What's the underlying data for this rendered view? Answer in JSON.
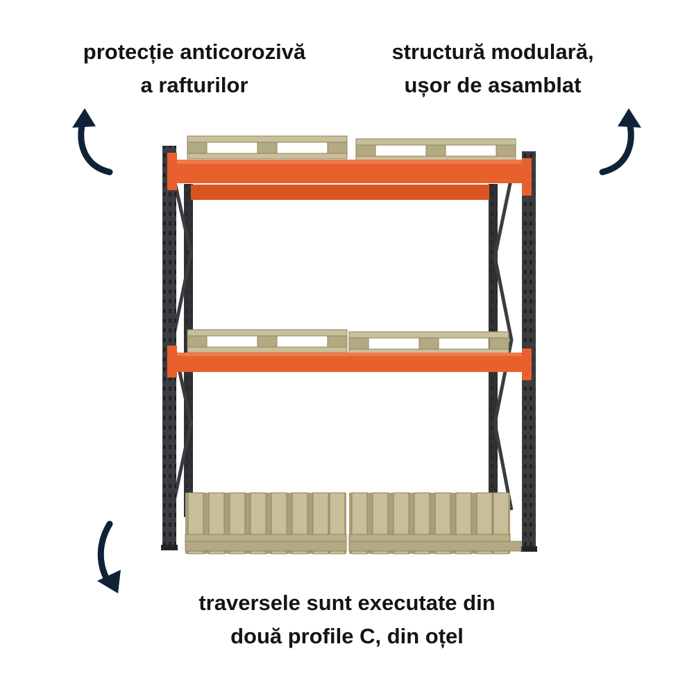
{
  "captions": {
    "top_left": [
      "protecție anticorozivă",
      "a rafturilor"
    ],
    "top_right": [
      "structură modulară,",
      "ușor de asamblat"
    ],
    "bottom": [
      "traversele sunt executate din",
      "două profile C, din oțel"
    ]
  },
  "colors": {
    "text": "#141414",
    "arrow": "#0f2238",
    "upright": "#3a3c40",
    "beam": "#e8602c",
    "pallet": "#bdb38f"
  },
  "icons": [
    "curved-arrow-up-left-icon",
    "curved-arrow-up-right-icon",
    "curved-arrow-down-icon"
  ]
}
